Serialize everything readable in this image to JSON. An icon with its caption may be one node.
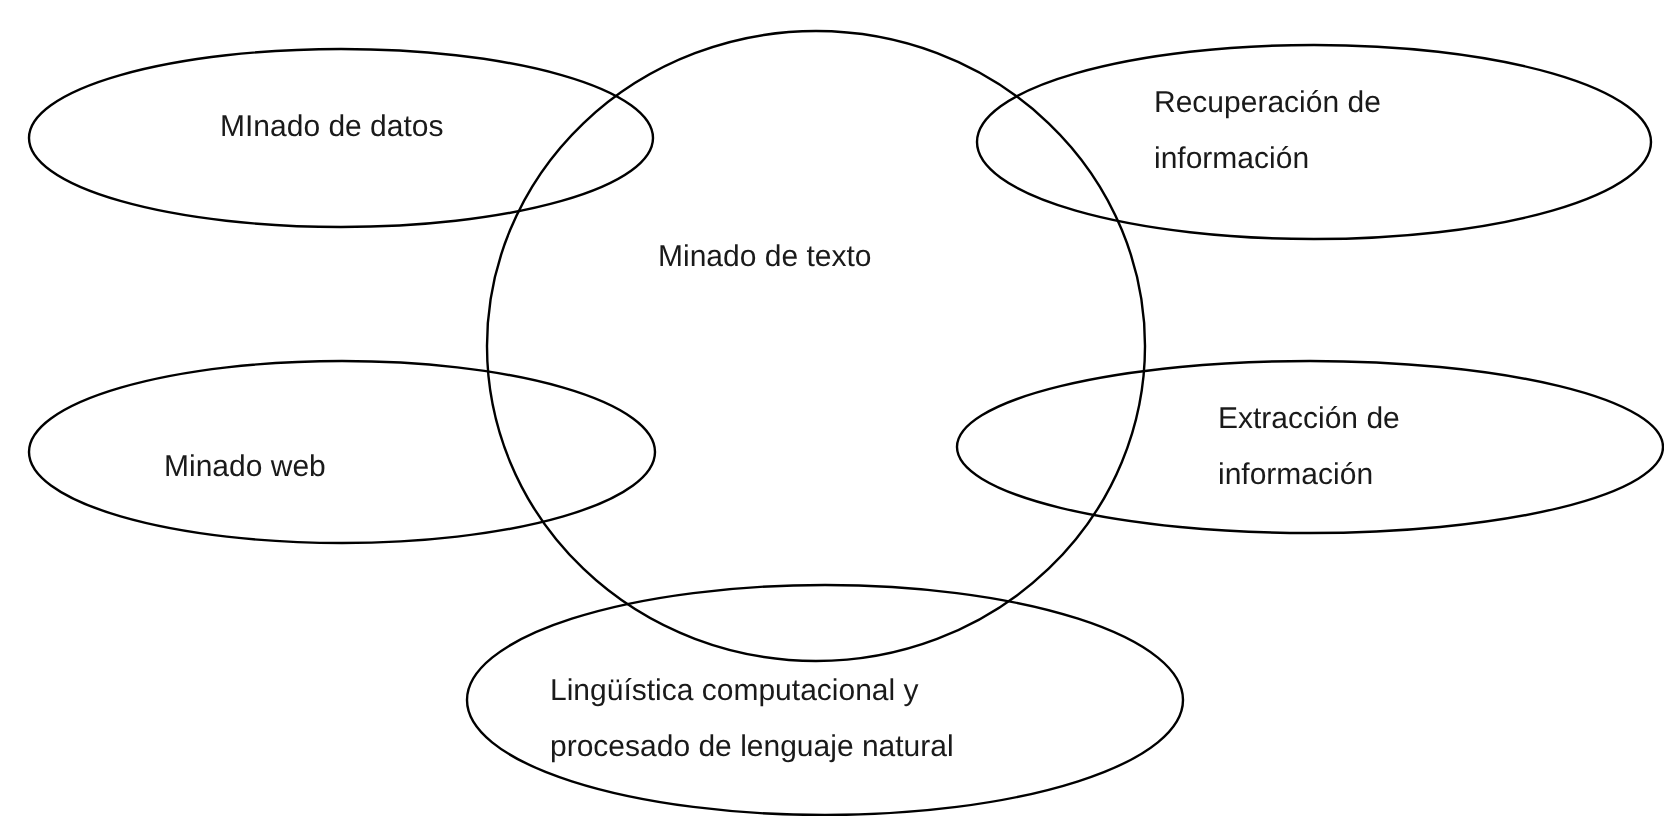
{
  "diagram": {
    "nodes": [
      {
        "text": [
          "MInado de datos"
        ]
      },
      {
        "text": [
          "Minado de texto"
        ]
      },
      {
        "text": [
          "Recuperación de información"
        ]
      },
      {
        "text": [
          "Minado web"
        ]
      },
      {
        "text": [
          "Extracción de información"
        ]
      },
      {
        "text": [
          "Lingüística computacional y procesado de lenguaje natural"
        ]
      }
    ],
    "edges": []
  }
}
